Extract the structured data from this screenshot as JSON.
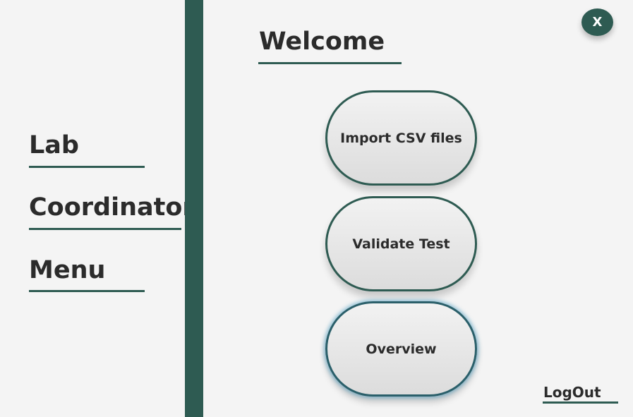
{
  "sidebar": {
    "title_lines": [
      "Lab",
      "Coordinator",
      "Menu"
    ]
  },
  "header": {
    "title": "Welcome",
    "close_label": "X"
  },
  "menu": {
    "buttons": [
      {
        "label": "Import CSV files"
      },
      {
        "label": "Validate Test"
      },
      {
        "label": "Overview"
      }
    ]
  },
  "footer": {
    "logout_label": "LogOut"
  },
  "colors": {
    "accent": "#2e5b52",
    "background": "#f4f4f4",
    "text": "#2b2b2b",
    "focus_glow": "#3c96be"
  }
}
